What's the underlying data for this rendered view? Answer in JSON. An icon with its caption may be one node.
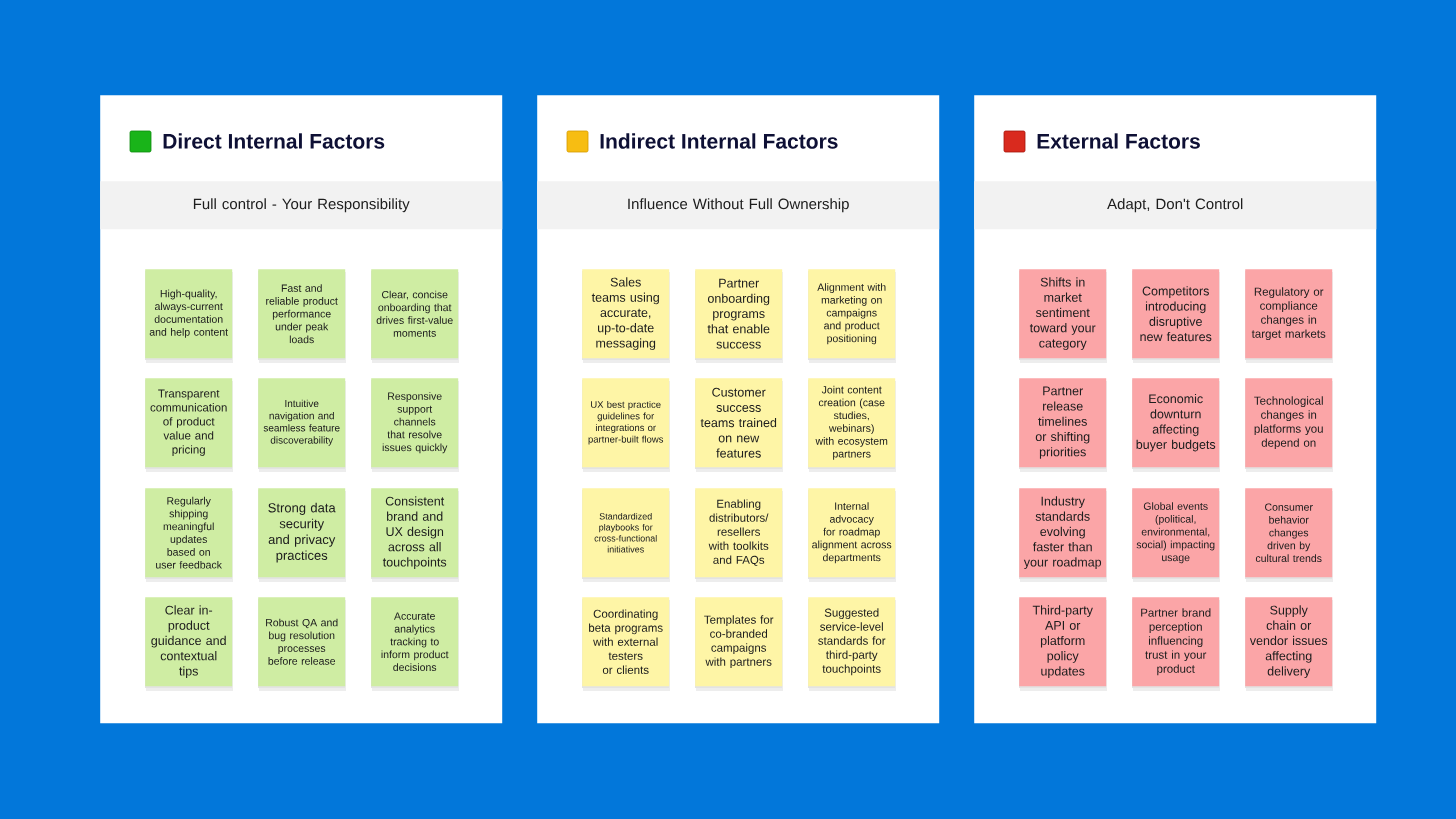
{
  "diagram": {
    "nodes": [
      {
        "text": [
          "Direct Internal Factors"
        ]
      },
      {
        "text": [
          "Full control - Your Responsibility"
        ],
        "in": 0
      },
      {
        "text": [
          "High-quality, always-current documentation and help content"
        ],
        "in": 0
      },
      {
        "text": [
          "Fast and reliable product performance under peak loads"
        ],
        "in": 0
      },
      {
        "text": [
          "Clear, concise onboarding that drives first-value moments"
        ],
        "in": 0
      },
      {
        "text": [
          "Transparent communication of product value and pricing"
        ],
        "in": 0
      },
      {
        "text": [
          "Intuitive navigation and seamless feature discoverability"
        ],
        "in": 0
      },
      {
        "text": [
          "Responsive support channels that resolve issues quickly"
        ],
        "in": 0
      },
      {
        "text": [
          "Regularly shipping meaningful updates based on user feedback"
        ],
        "in": 0
      },
      {
        "text": [
          "Strong data security and privacy practices"
        ],
        "in": 0
      },
      {
        "text": [
          "Consistent brand and UX design across all touchpoints"
        ],
        "in": 0
      },
      {
        "text": [
          "Clear in-product guidance and contextual tips"
        ],
        "in": 0
      },
      {
        "text": [
          "Robust QA and bug resolution processes before release"
        ],
        "in": 0
      },
      {
        "text": [
          "Accurate analytics tracking to inform product decisions"
        ],
        "in": 0
      },
      {
        "text": [
          "Indirect Internal Factors"
        ]
      },
      {
        "text": [
          "Influence Without Full Ownership"
        ],
        "in": 14
      },
      {
        "text": [
          "Sales teams using accurate, up-to-date messaging"
        ],
        "in": 14
      },
      {
        "text": [
          "Partner onboarding programs that enable success"
        ],
        "in": 14
      },
      {
        "text": [
          "Alignment with marketing on campaigns and product positioning"
        ],
        "in": 14
      },
      {
        "text": [
          "UX best practice guidelines for integrations or partner-built flows"
        ],
        "in": 14
      },
      {
        "text": [
          "Customer success teams trained on new features"
        ],
        "in": 14
      },
      {
        "text": [
          "Joint content creation (case studies, webinars) with ecosystem partners"
        ],
        "in": 14
      },
      {
        "text": [
          "Standardized playbooks for cross-functional initiatives"
        ],
        "in": 14
      },
      {
        "text": [
          "Enabling distributors/resellers with toolkits and FAQs"
        ],
        "in": 14
      },
      {
        "text": [
          "Internal advocacy for roadmap alignment across departments"
        ],
        "in": 14
      },
      {
        "text": [
          "Coordinating beta programs with external testers or clients"
        ],
        "in": 14
      },
      {
        "text": [
          "Templates for co-branded campaigns with partners"
        ],
        "in": 14
      },
      {
        "text": [
          "Suggested service-level standards for third-party touchpoints"
        ],
        "in": 14
      },
      {
        "text": [
          "External Factors"
        ]
      },
      {
        "text": [
          "Adapt, Don't Control"
        ],
        "in": 28
      },
      {
        "text": [
          "Shifts in market sentiment toward your category"
        ],
        "in": 28
      },
      {
        "text": [
          "Competitors introducing disruptive new features"
        ],
        "in": 28
      },
      {
        "text": [
          "Regulatory or compliance changes in target markets"
        ],
        "in": 28
      },
      {
        "text": [
          "Partner release timelines or shifting priorities"
        ],
        "in": 28
      },
      {
        "text": [
          "Economic downturn affecting buyer budgets"
        ],
        "in": 28
      },
      {
        "text": [
          "Technological changes in platforms you depend on"
        ],
        "in": 28
      },
      {
        "text": [
          "Industry standards evolving faster than your roadmap"
        ],
        "in": 28
      },
      {
        "text": [
          "Global events (political, environmental, social) impacting usage"
        ],
        "in": 28
      },
      {
        "text": [
          "Consumer behavior changes driven by cultural trends"
        ],
        "in": 28
      },
      {
        "text": [
          "Third-party API or platform policy updates"
        ],
        "in": 28
      },
      {
        "text": [
          "Partner brand perception influencing trust in your product"
        ],
        "in": 28
      },
      {
        "text": [
          "Supply chain or vendor issues affecting delivery"
        ],
        "in": 28
      }
    ]
  }
}
